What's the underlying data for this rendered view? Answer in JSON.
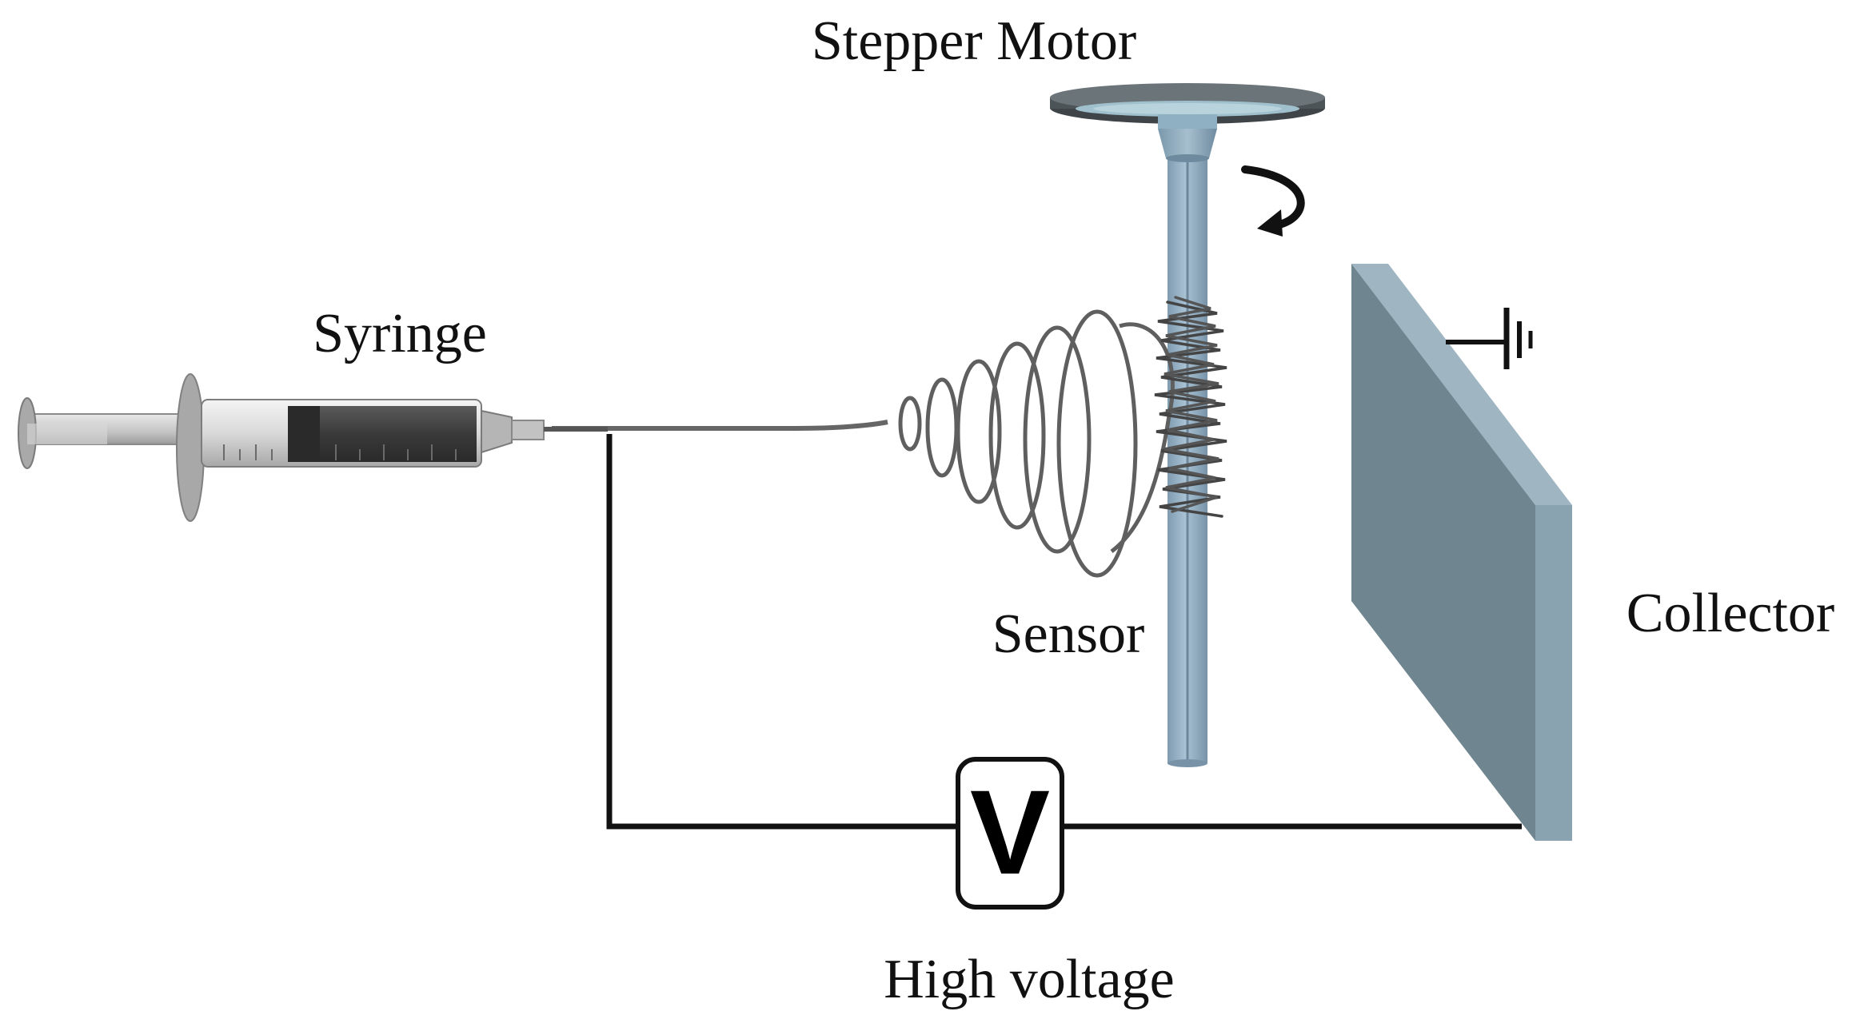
{
  "labels": {
    "stepper_motor": "Stepper Motor",
    "syringe": "Syringe",
    "sensor": "Sensor",
    "collector": "Collector",
    "high_voltage": "High voltage",
    "voltmeter_symbol": "V"
  },
  "icons": {
    "rotation": "rotation-arrow-icon",
    "ground": "ground-icon"
  },
  "colors": {
    "wire": "#111111",
    "rod": "#93afc4",
    "collector_face": "#6f858f",
    "collector_edge": "#8aa3b0",
    "fiber": "#606060",
    "syringe_fluid": "#3a3a3a",
    "motor_disk": "#4c5458"
  }
}
